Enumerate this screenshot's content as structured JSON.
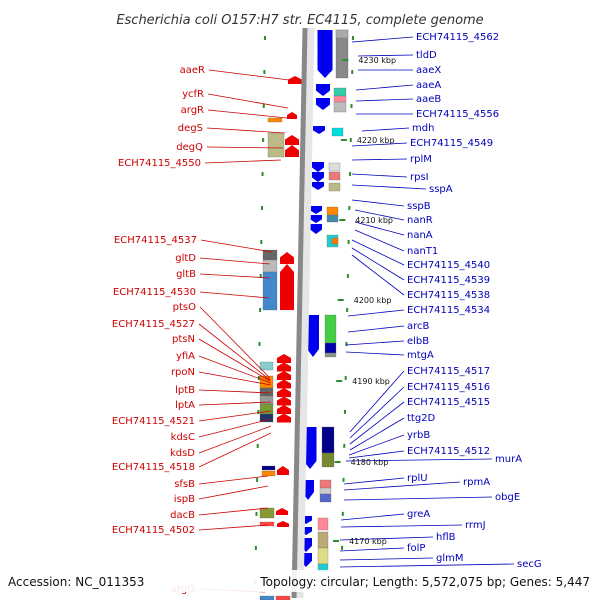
{
  "title": "Escherichia coli O157:H7 str. EC4115, complete genome",
  "footer": {
    "accession": "Accession: NC_011353",
    "summary": "Topology: circular; Length: 5,572,075 bp; Genes: 5,447"
  },
  "colors": {
    "left_label": "#cc0000",
    "right_label": "#0000bb",
    "backbone": "#888888",
    "tick": "#2e8b2e"
  },
  "ticks": [
    "4230 kbp",
    "4220 kbp",
    "4210 kbp",
    "4200 kbp",
    "4190 kbp",
    "4180 kbp",
    "4170 kbp"
  ],
  "left_labels": [
    "aaeR",
    "ycfR",
    "argR",
    "degS",
    "degQ",
    "ECH74115_4550",
    "ECH74115_4537",
    "gltD",
    "gltB",
    "ECH74115_4530",
    "ptsO",
    "ECH74115_4527",
    "ptsN",
    "yfiA",
    "rpoN",
    "lptB",
    "lptA",
    "ECH74115_4521",
    "kdsC",
    "kdsD",
    "ECH74115_4518",
    "sfsB",
    "ispB",
    "dacB",
    "ECH74115_4502",
    "argG"
  ],
  "right_labels": [
    "ECH74115_4562",
    "tldD",
    "aaeX",
    "aaeA",
    "aaeB",
    "ECH74115_4556",
    "mdh",
    "ECH74115_4549",
    "rplM",
    "rpsI",
    "sspA",
    "sspB",
    "nanR",
    "nanA",
    "nanT1",
    "ECH74115_4540",
    "ECH74115_4539",
    "ECH74115_4538",
    "ECH74115_4534",
    "arcB",
    "elbB",
    "mtgA",
    "ECH74115_4517",
    "ECH74115_4516",
    "ECH74115_4515",
    "ttg2D",
    "yrbB",
    "ECH74115_4512",
    "murA",
    "rplU",
    "rpmA",
    "obgE",
    "greA",
    "rrmJ",
    "hflB",
    "folP",
    "glmM",
    "secG"
  ]
}
